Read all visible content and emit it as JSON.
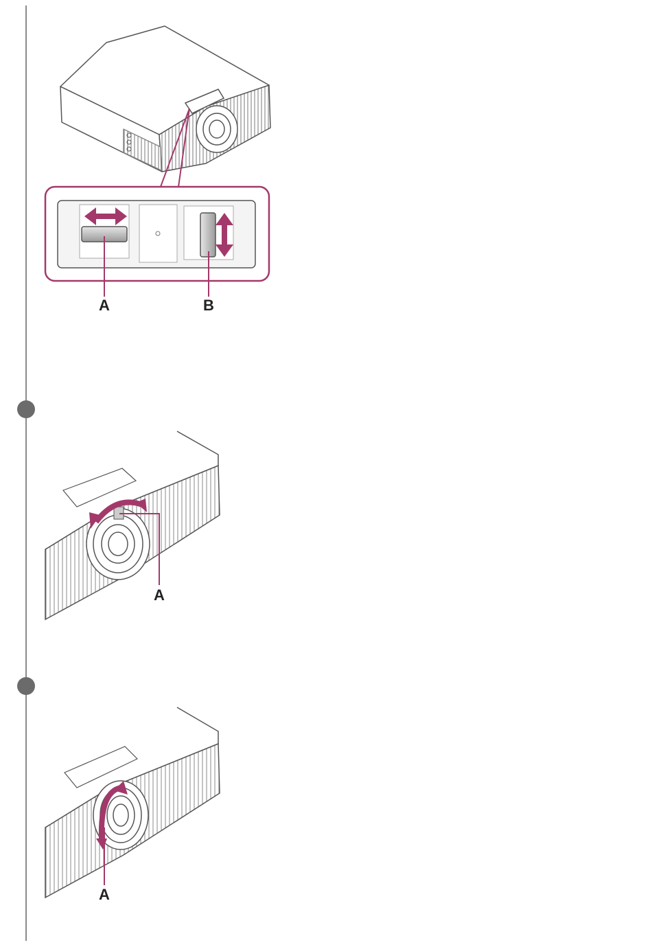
{
  "colors": {
    "accent": "#a3396a",
    "line": "#555555",
    "timeline": "#8a8a8a",
    "dot": "#6b6b6b"
  },
  "figure1": {
    "description_icon": "projector-lens-shift-dials",
    "label_a": "A",
    "label_b": "B"
  },
  "figure2": {
    "description_icon": "projector-zoom-lever",
    "label_a": "A"
  },
  "figure3": {
    "description_icon": "projector-focus-ring",
    "label_a": "A"
  }
}
